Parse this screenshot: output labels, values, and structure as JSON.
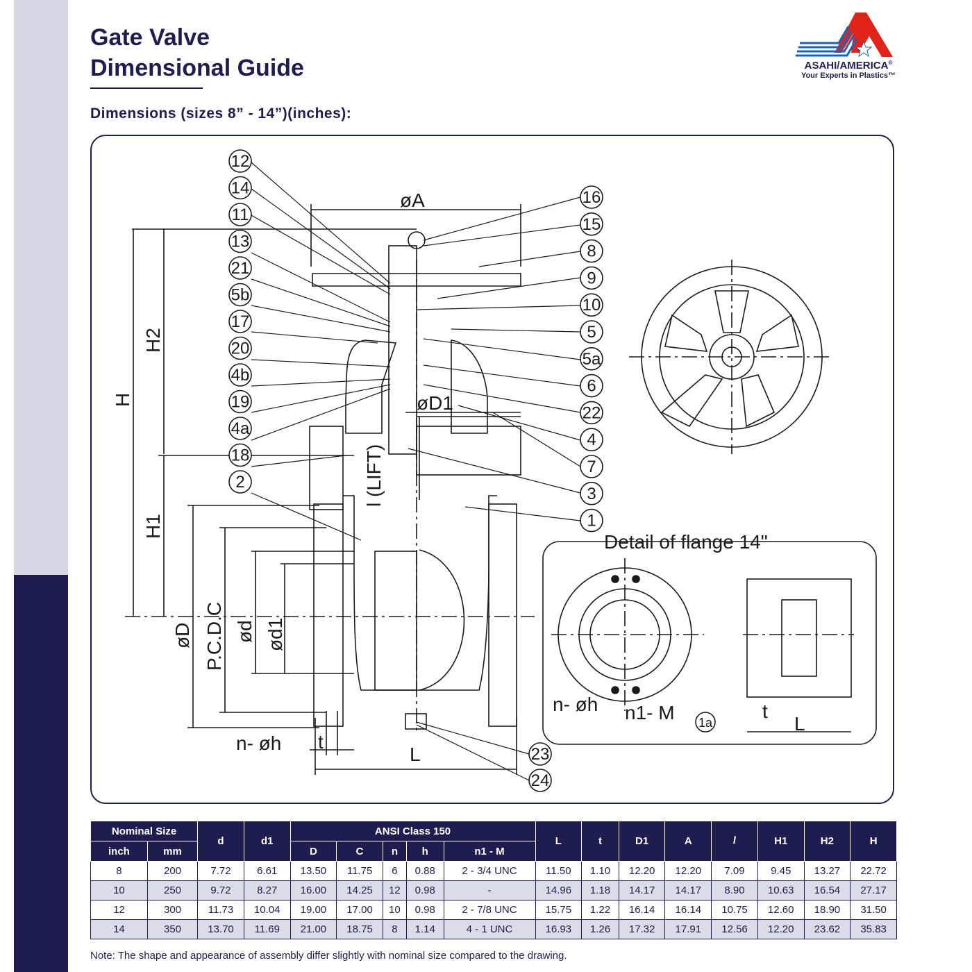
{
  "header": {
    "title_line1": "Gate Valve",
    "title_line2": "Dimensional Guide",
    "subtitle": "Dimensions (sizes 8” - 14”)(inches):"
  },
  "logo": {
    "name": "ASAHI/AMERICA",
    "registered": "®",
    "tagline": "Your Experts in Plastics™",
    "colors": {
      "red": "#e2231a",
      "blue": "#1f63b5",
      "navy": "#1f1d4f"
    }
  },
  "drawing": {
    "labels": {
      "dim_A": "øA",
      "dim_H": "H",
      "dim_H2": "H2",
      "dim_H1": "H1",
      "dim_D1": "øD1",
      "dim_lift": "l (LIFT)",
      "dim_D": "øD",
      "dim_pcdc": "P.C.D.C",
      "dim_d": "ød",
      "dim_d1": "ød1",
      "dim_nh": "n- øh",
      "dim_t": "t",
      "dim_L": "L",
      "detail_title": "Detail  of  flange  14\"",
      "detail_nh": "n-  øh",
      "detail_n1M": "n1- M",
      "detail_1a": "1a",
      "detail_t": "t",
      "detail_L": "L"
    },
    "callouts_left": [
      "12",
      "14",
      "11",
      "13",
      "21",
      "5b",
      "17",
      "20",
      "4b",
      "19",
      "4a",
      "18",
      "2"
    ],
    "callouts_right": [
      "16",
      "15",
      "8",
      "9",
      "10",
      "5",
      "5a",
      "6",
      "22",
      "4",
      "7",
      "3",
      "1"
    ],
    "callouts_bottom": [
      "23",
      "24"
    ]
  },
  "table": {
    "group_nominal": "Nominal Size",
    "group_ansi": "ANSI Class 150",
    "col_inch": "inch",
    "col_mm": "mm",
    "col_d": "d",
    "col_d1": "d1",
    "col_D": "D",
    "col_C": "C",
    "col_n": "n",
    "col_h": "h",
    "col_n1M": "n1 - M",
    "col_L": "L",
    "col_t": "t",
    "col_D1": "D1",
    "col_A": "A",
    "col_l": "l",
    "col_H1": "H1",
    "col_H2": "H2",
    "col_H": "H",
    "rows": [
      [
        "8",
        "200",
        "7.72",
        "6.61",
        "13.50",
        "11.75",
        "6",
        "0.88",
        "2 - 3/4 UNC",
        "11.50",
        "1.10",
        "12.20",
        "12.20",
        "7.09",
        "9.45",
        "13.27",
        "22.72"
      ],
      [
        "10",
        "250",
        "9.72",
        "8.27",
        "16.00",
        "14.25",
        "12",
        "0.98",
        "-",
        "14.96",
        "1.18",
        "14.17",
        "14.17",
        "8.90",
        "10.63",
        "16.54",
        "27.17"
      ],
      [
        "12",
        "300",
        "11.73",
        "10.04",
        "19.00",
        "17.00",
        "10",
        "0.98",
        "2 - 7/8 UNC",
        "15.75",
        "1.22",
        "16.14",
        "16.14",
        "10.75",
        "12.60",
        "18.90",
        "31.50"
      ],
      [
        "14",
        "350",
        "13.70",
        "11.69",
        "21.00",
        "18.75",
        "8",
        "1.14",
        "4 - 1 UNC",
        "16.93",
        "1.26",
        "17.32",
        "17.91",
        "12.56",
        "12.20",
        "23.62",
        "35.83"
      ]
    ]
  },
  "note": "Note: The shape and appearance of assembly differ slightly with nominal size compared to the drawing."
}
